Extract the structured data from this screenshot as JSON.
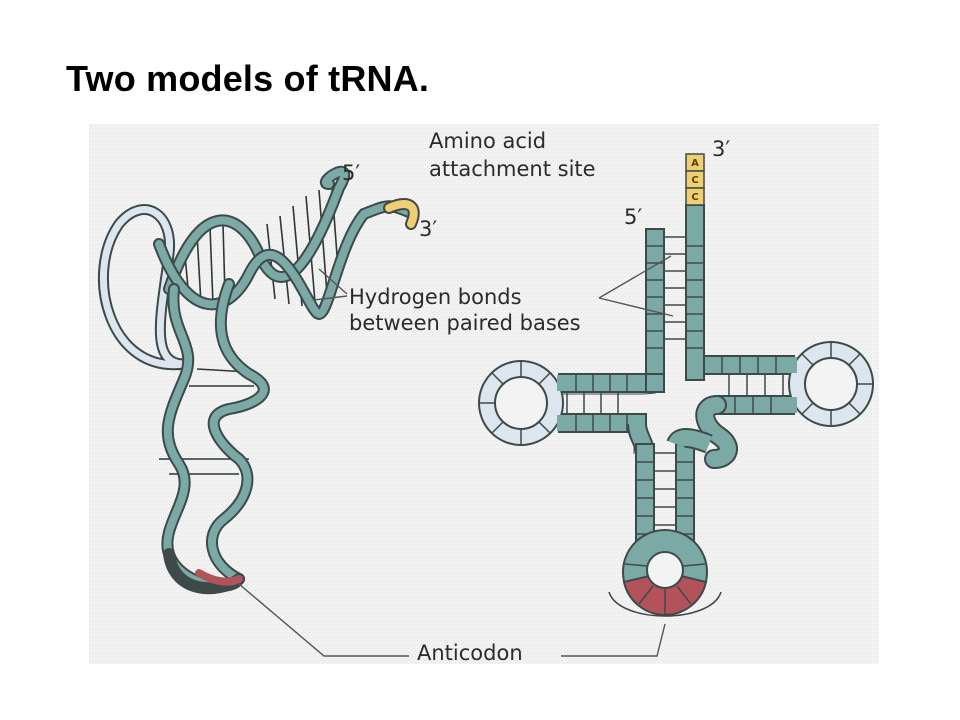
{
  "slide": {
    "title": "Two models of tRNA."
  },
  "figure": {
    "labels": {
      "amino_acid_site_line1": "Amino acid",
      "amino_acid_site_line2": "attachment site",
      "three_prime_right": "3′",
      "five_prime_right": "5′",
      "five_prime_left": "5′",
      "three_prime_left": "3′",
      "hydrogen_line1": "Hydrogen bonds",
      "hydrogen_line2": "between paired bases",
      "anticodon": "Anticodon"
    },
    "acceptor_bases": [
      "A",
      "C",
      "C"
    ],
    "colors": {
      "background": "#eef0ef",
      "strand_fill": "#7aa9a6",
      "strand_edge": "#3e4a4a",
      "loop_fill": "#dde6ee",
      "anticodon": "#b4525b",
      "acceptor": "#f0cf72",
      "leader_line": "#555555"
    }
  }
}
